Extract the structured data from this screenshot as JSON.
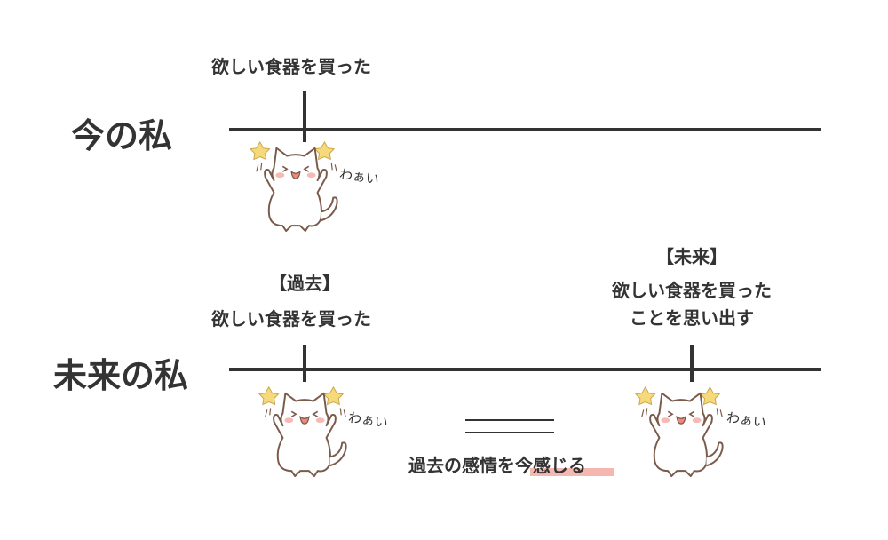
{
  "present": {
    "title": "今の私",
    "event_label": "欲しい食器を買った",
    "cat_voice": "わぁい"
  },
  "future": {
    "title": "未来の私",
    "past_tag": "【過去】",
    "past_label": "欲しい食器を買った",
    "past_cat_voice": "わぁい",
    "future_tag": "【未来】",
    "future_label_line1": "欲しい食器を買った",
    "future_label_line2": "ことを思い出す",
    "future_cat_voice": "わぁい"
  },
  "equation": {
    "caption_part1": "過去の感情を",
    "caption_part2": "今感じる"
  },
  "colors": {
    "line": "#333333",
    "highlight": "#f4b8b0",
    "cat_outline": "#7a5a4a",
    "star": "#f5d97a",
    "cheek": "#f6b9b4"
  }
}
